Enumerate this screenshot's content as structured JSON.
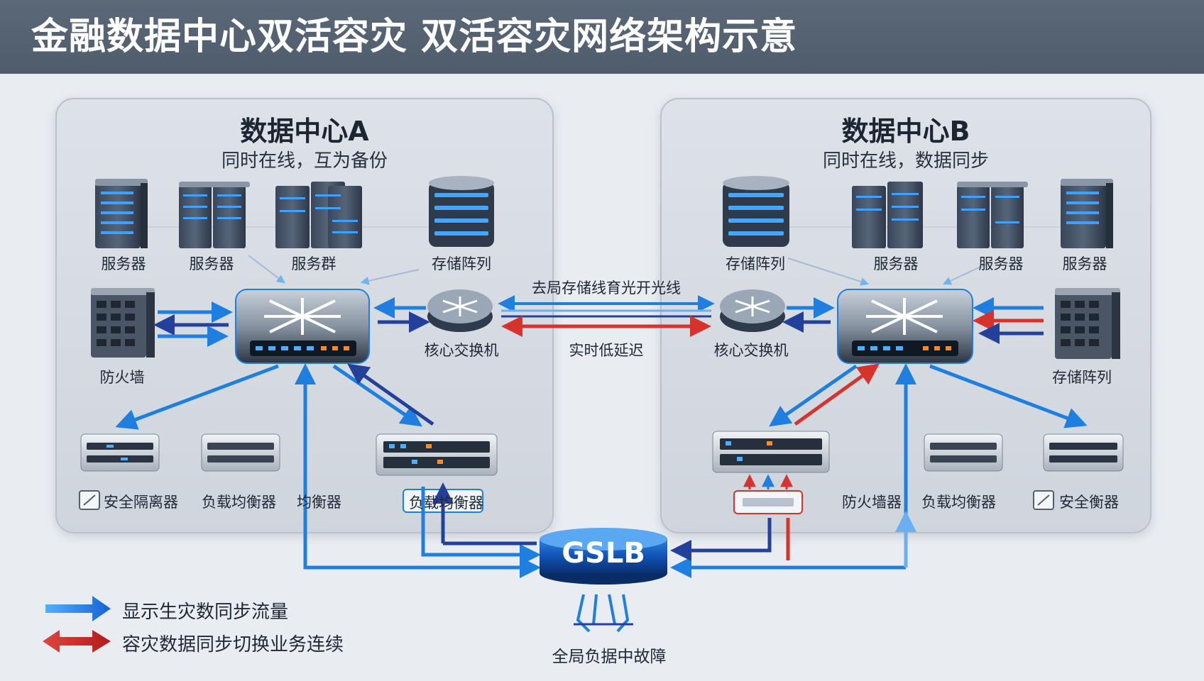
{
  "title": "金融数据中心双活容灾 双活容灾网络架构示意",
  "dc_a": {
    "title": "数据中心A",
    "subtitle": "同时在线，互为备份",
    "top_labels": [
      "服务器",
      "服务器",
      "服务群",
      "存储阵列"
    ],
    "firewall_label": "防火墙",
    "core_switch_label": "核心交换机",
    "bottom_labels": [
      "安全隔离器",
      "负载均衡器",
      "均衡器",
      "负载均衡器"
    ]
  },
  "dc_b": {
    "title": "数据中心B",
    "subtitle": "同时在线，数据同步",
    "top_labels": [
      "存储阵列",
      "服务器",
      "服务器",
      "服务器"
    ],
    "right_label": "存储阵列",
    "core_switch_label": "核心交换机",
    "bottom_labels": [
      "防火墙器",
      "负载均衡器",
      "安全衡器"
    ]
  },
  "link": {
    "top_label": "去局存储线育光开光线",
    "bottom_label": "实时低延迟"
  },
  "gslb": {
    "label": "GSLB",
    "caption": "全局负据中故障"
  },
  "legend": {
    "items": [
      {
        "label": "显示生灾数同步流量",
        "color": "#1e7fe0"
      },
      {
        "label": "容灾数据同步切换业务连续",
        "color": "#d8322c"
      }
    ]
  },
  "colors": {
    "blue": "#1e7fe0",
    "navy": "#23419a",
    "red": "#d8322c",
    "header": "#546273"
  }
}
